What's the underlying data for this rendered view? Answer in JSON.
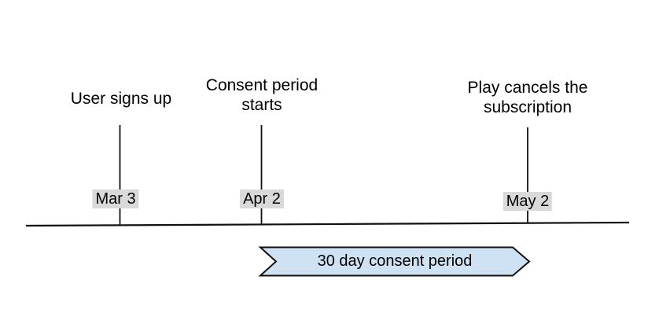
{
  "diagram": {
    "type": "timeline",
    "events": [
      {
        "label": "User signs up",
        "date": "Mar 3"
      },
      {
        "label": "Consent period starts",
        "date": "Apr 2"
      },
      {
        "label": "Play cancels the subscription",
        "date": "May 2"
      }
    ],
    "banner": {
      "label": "30 day consent period"
    },
    "colors": {
      "banner_fill": "#cfe2f3",
      "banner_stroke": "#111111",
      "date_chip_bg": "#d9d9d9",
      "line": "#111111",
      "text": "#000000",
      "background": "#ffffff"
    }
  }
}
